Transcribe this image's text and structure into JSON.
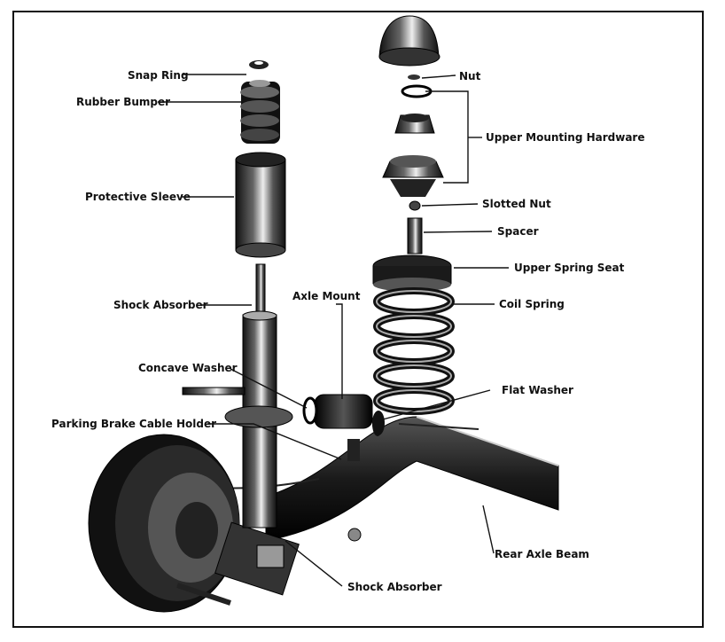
{
  "colors": {
    "ink": "#111111",
    "paper": "#ffffff"
  },
  "labels": {
    "snap_ring": "Snap Ring",
    "rubber_bumper": "Rubber Bumper",
    "protective_sleeve": "Protective Sleeve",
    "shock_absorber_top": "Shock Absorber",
    "axle_mount": "Axle Mount",
    "concave_washer": "Concave Washer",
    "parking_brake_cable_holder": "Parking Brake Cable Holder",
    "nut": "Nut",
    "upper_mounting_hardware": "Upper Mounting Hardware",
    "slotted_nut": "Slotted Nut",
    "spacer": "Spacer",
    "upper_spring_seat": "Upper Spring Seat",
    "coil_spring": "Coil Spring",
    "flat_washer": "Flat Washer",
    "rear_axle_beam": "Rear Axle Beam",
    "shock_absorber_bottom": "Shock Absorber"
  }
}
